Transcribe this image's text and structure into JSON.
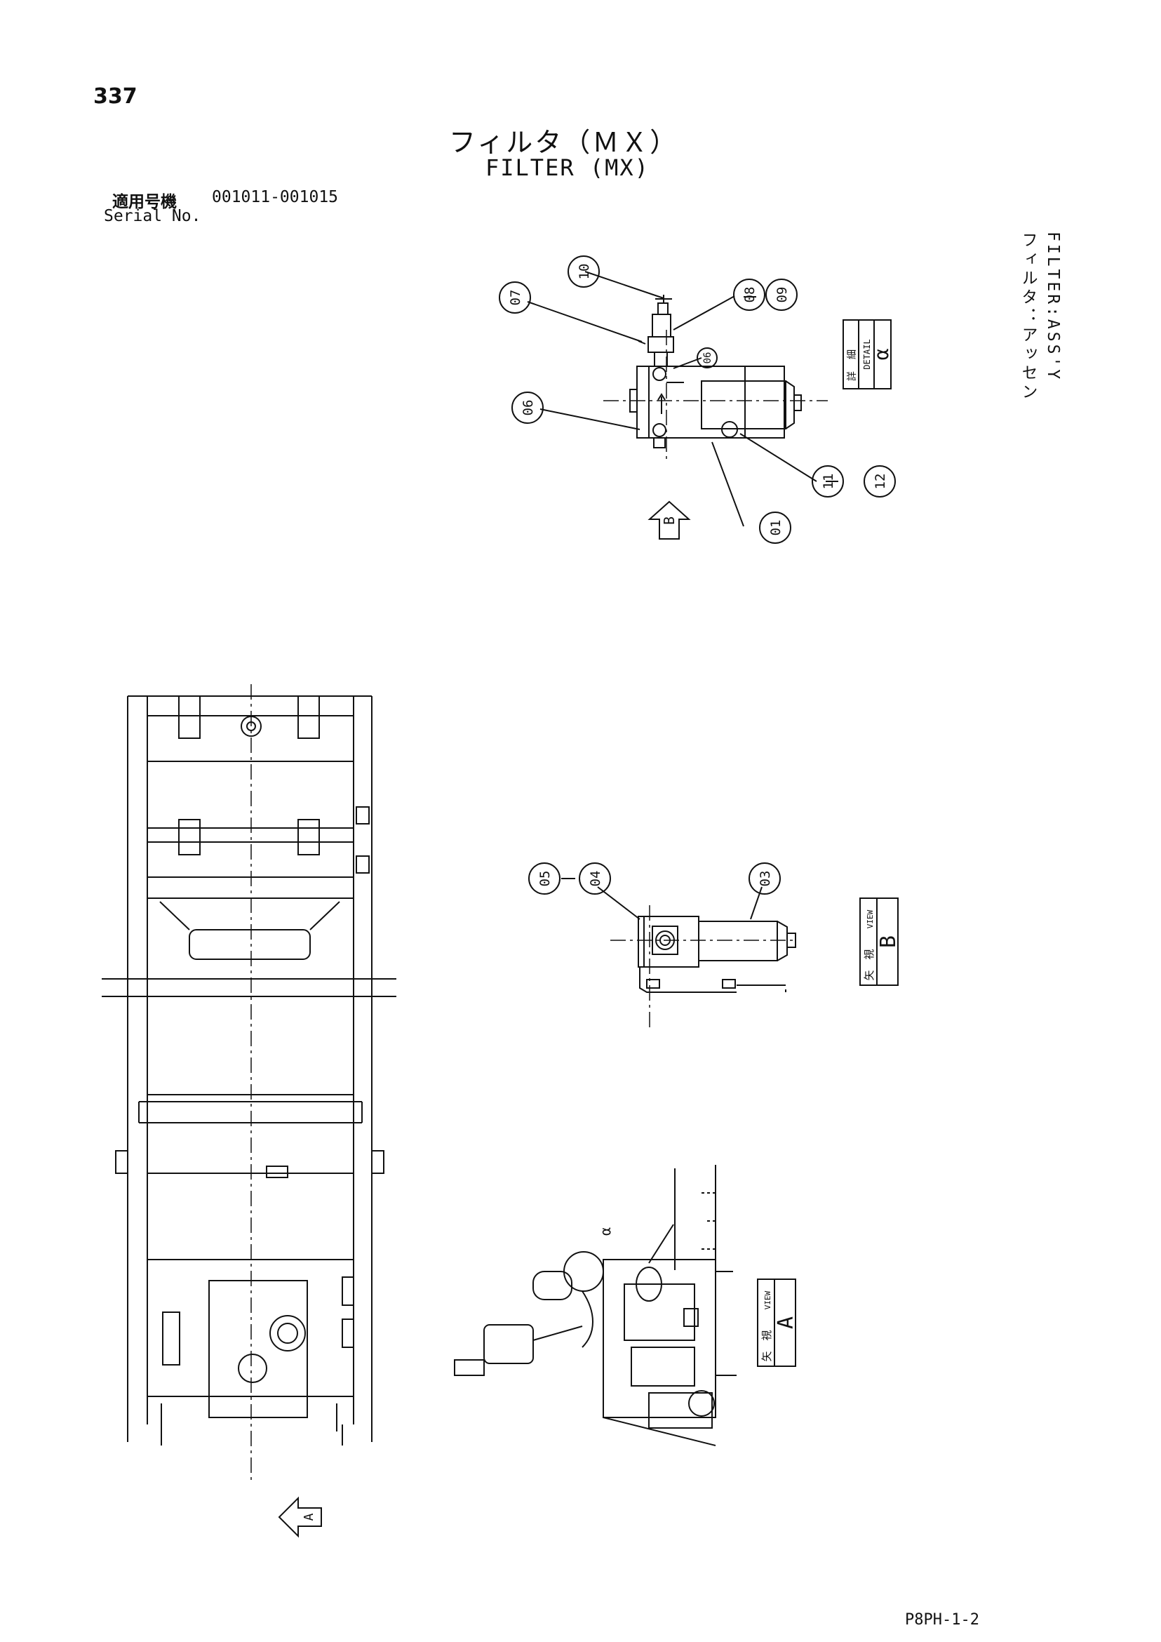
{
  "page_number": "337",
  "title_ja": "フィルタ（ＭＸ）",
  "title_en": "FILTER (MX)",
  "serial": {
    "label_ja": "適用号機",
    "range": "001011-001015",
    "label_en": "Serial No."
  },
  "side_label": {
    "ja": "フィルタ：アッセン",
    "en": "FILTER:ASS'Y"
  },
  "doc_code": "P8PH-1-2",
  "callouts": {
    "c01": "01",
    "c03": "03",
    "c04": "04",
    "c05": "05",
    "c06a": "06",
    "c06b": "06",
    "c07": "07",
    "c08": "08",
    "c09": "09",
    "c10": "10",
    "c11": "11",
    "c12": "12"
  },
  "detail_box": {
    "ja_1": "詳",
    "ja_2": "細",
    "en": "DETAIL",
    "letter": "α"
  },
  "view_b_box": {
    "ja_1": "矢",
    "ja_2": "視",
    "en": "VIEW",
    "letter": "B"
  },
  "view_a_box": {
    "ja_1": "矢",
    "ja_2": "視",
    "en": "VIEW",
    "letter": "A"
  },
  "arrows": {
    "b": "B",
    "a": "A"
  },
  "leader_alpha": "α"
}
